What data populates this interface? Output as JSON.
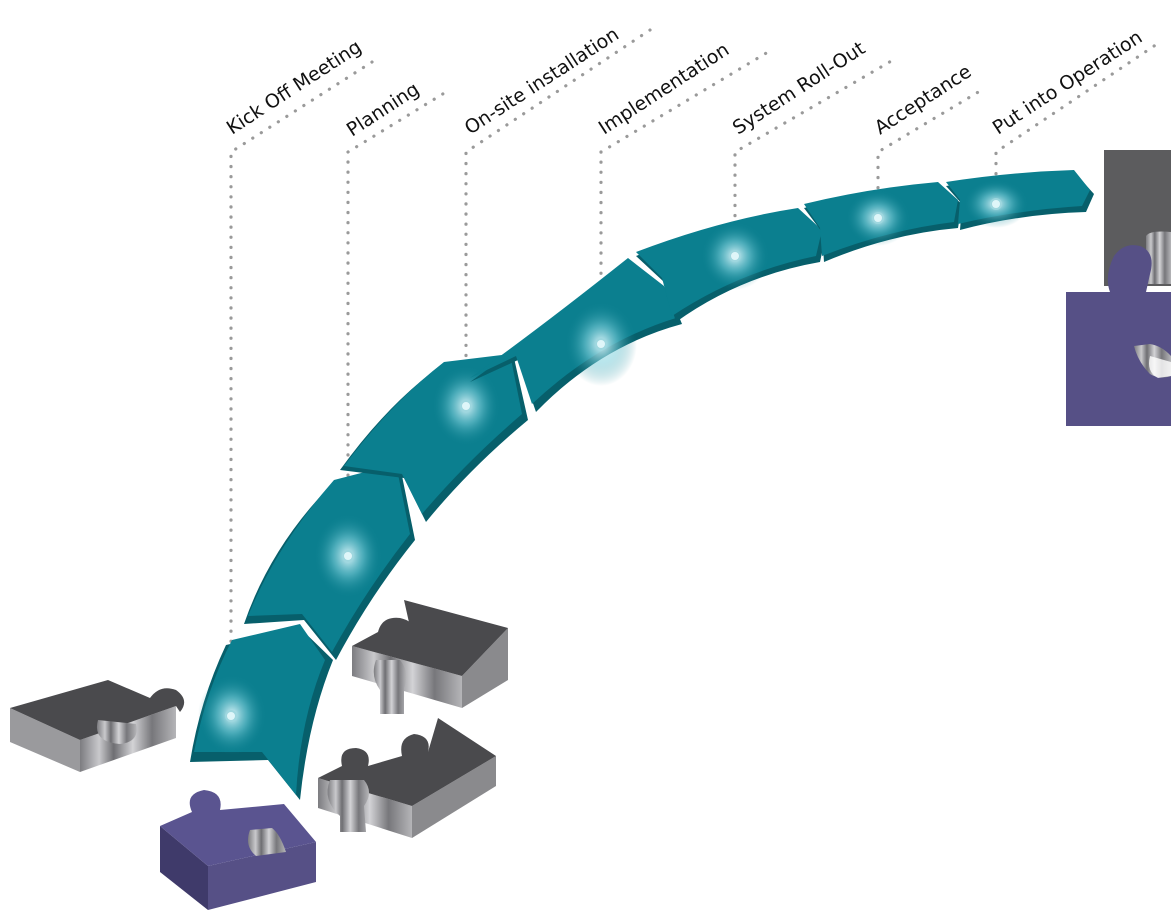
{
  "diagram": {
    "steps": [
      {
        "id": "kick-off-meeting",
        "label": "Kick Off Meeting"
      },
      {
        "id": "planning",
        "label": "Planning"
      },
      {
        "id": "on-site-installation",
        "label": "On-site installation"
      },
      {
        "id": "implementation",
        "label": "Implementation"
      },
      {
        "id": "system-roll-out",
        "label": "System Roll-Out"
      },
      {
        "id": "acceptance",
        "label": "Acceptance"
      },
      {
        "id": "put-into-operation",
        "label": "Put into Operation"
      }
    ],
    "colors": {
      "arc_segment": "#0b7f8f",
      "arc_segment_dark": "#075f6b",
      "arc_highlight": "#bfe7ec",
      "puzzle_dark_top": "#4a4a4d",
      "puzzle_side": "#8f8f92",
      "puzzle_purple_top": "#565086",
      "puzzle_purple_side": "#3f3a6a",
      "leader_dots": "#9a9a9a"
    },
    "icons": [
      "puzzle-piece-icon"
    ]
  }
}
